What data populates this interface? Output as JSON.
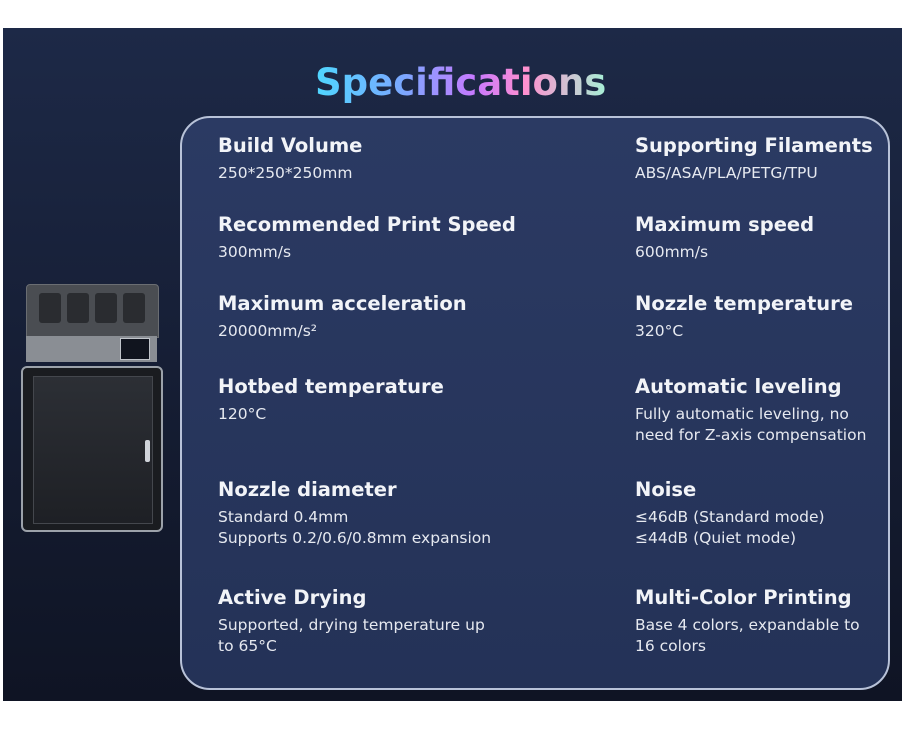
{
  "title": "Specifications",
  "colors": {
    "background": "#1d2947",
    "panel": "#2b3a63",
    "panel_border": "#b8c2d8",
    "text": "#ffffff"
  },
  "image": "printer-product-image",
  "specs": {
    "build_volume": {
      "label": "Build Volume",
      "value": "250*250*250mm"
    },
    "supporting_filaments": {
      "label": "Supporting Filaments",
      "value": "ABS/ASA/PLA/PETG/TPU"
    },
    "recommended_print_speed": {
      "label": "Recommended Print Speed",
      "value": "300mm/s"
    },
    "maximum_speed": {
      "label": "Maximum speed",
      "value": "600mm/s"
    },
    "maximum_acceleration": {
      "label": "Maximum acceleration",
      "value": "20000mm/s²"
    },
    "nozzle_temperature": {
      "label": "Nozzle temperature",
      "value": "320°C"
    },
    "hotbed_temperature": {
      "label": "Hotbed temperature",
      "value": "120°C"
    },
    "automatic_leveling": {
      "label": "Automatic leveling",
      "value": "Fully automatic leveling, no\nneed for Z-axis compensation"
    },
    "nozzle_diameter": {
      "label": "Nozzle diameter",
      "value": "Standard 0.4mm\nSupports 0.2/0.6/0.8mm expansion"
    },
    "noise": {
      "label": "Noise",
      "value": "≤46dB (Standard mode)\n≤44dB (Quiet mode)"
    },
    "active_drying": {
      "label": "Active Drying",
      "value": "Supported, drying temperature up\nto 65°C"
    },
    "multi_color_printing": {
      "label": "Multi-Color Printing",
      "value": "Base 4 colors, expandable to\n16 colors"
    }
  }
}
